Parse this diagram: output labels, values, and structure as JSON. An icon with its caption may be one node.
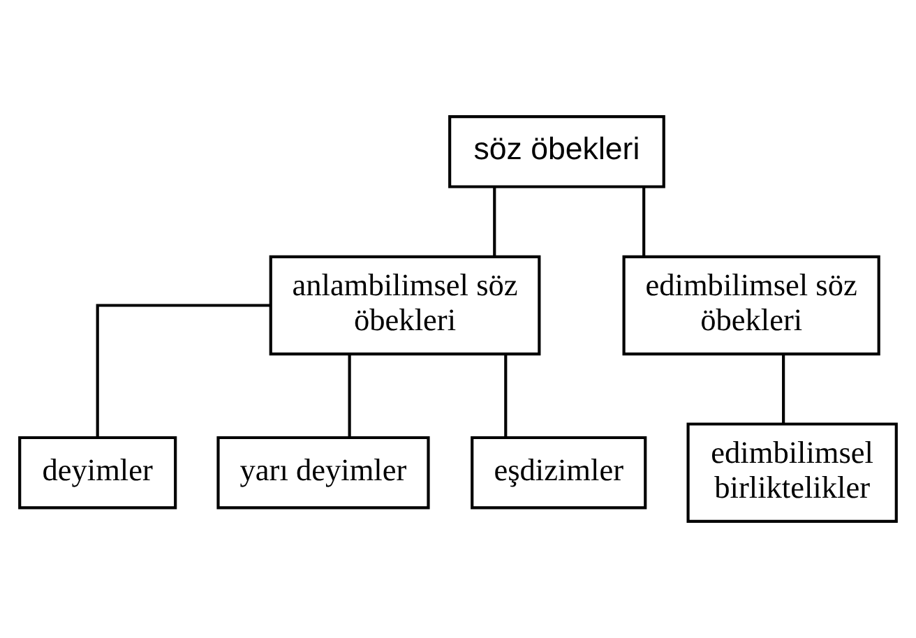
{
  "diagram": {
    "nodes": [
      {
        "text": [
          "söz öbekleri"
        ]
      },
      {
        "text": [
          "anlambilimsel söz öbekleri"
        ]
      },
      {
        "text": [
          "edimbilimsel söz öbekleri"
        ]
      },
      {
        "text": [
          "deyimler"
        ]
      },
      {
        "text": [
          "yarı deyimler"
        ]
      },
      {
        "text": [
          "eşdizimler"
        ]
      },
      {
        "text": [
          "edimbilimsel birliktelikler"
        ]
      }
    ],
    "edges": [
      {
        "from": 0,
        "to": 1,
        "arrow": "none"
      },
      {
        "from": 0,
        "to": 2,
        "arrow": "none"
      },
      {
        "from": 1,
        "to": 3,
        "arrow": "none"
      },
      {
        "from": 1,
        "to": 4,
        "arrow": "none"
      },
      {
        "from": 1,
        "to": 5,
        "arrow": "none"
      },
      {
        "from": 2,
        "to": 6,
        "arrow": "none"
      }
    ]
  }
}
